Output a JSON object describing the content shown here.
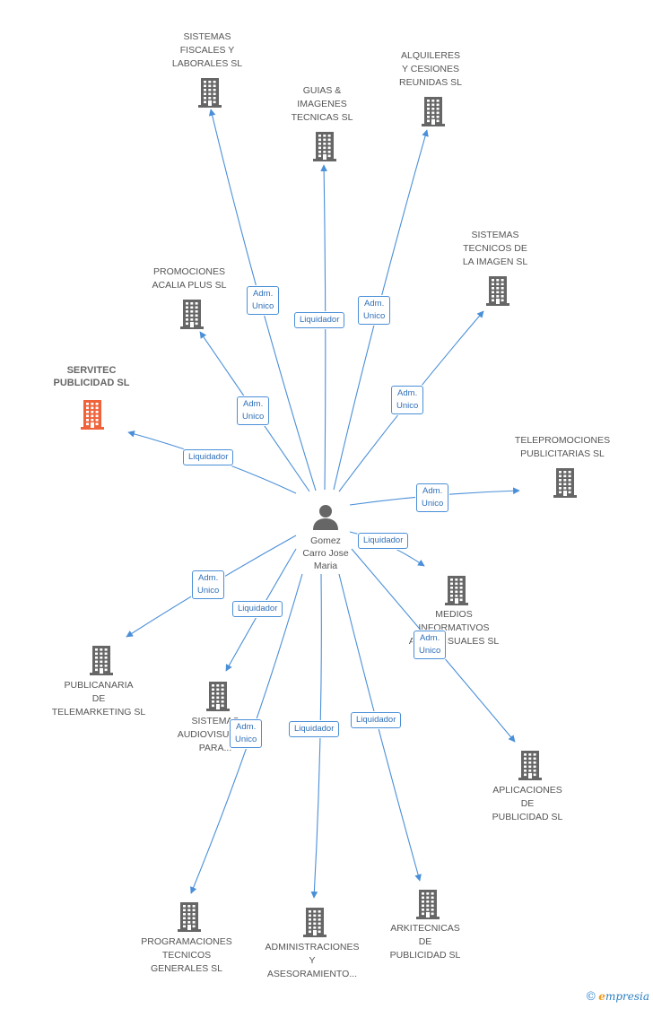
{
  "center": {
    "name_lines": [
      "Gomez",
      "Carro Jose",
      "Maria"
    ]
  },
  "colors": {
    "edge": "#4a8fd8",
    "building": "#666666",
    "building_main": "#f0623a",
    "person": "#666666"
  },
  "nodes": [
    {
      "id": "servitec",
      "lines": [
        "SERVITEC",
        "PUBLICIDAD SL"
      ],
      "main": true,
      "role": "Liquidador"
    },
    {
      "id": "sistemas-fiscales",
      "lines": [
        "SISTEMAS",
        "FISCALES Y",
        "LABORALES SL"
      ],
      "role": "Adm. Unico"
    },
    {
      "id": "guias-imagenes",
      "lines": [
        "GUIAS &",
        "IMAGENES",
        "TECNICAS SL"
      ],
      "role": "Liquidador"
    },
    {
      "id": "alquileres",
      "lines": [
        "ALQUILERES",
        "Y CESIONES",
        "REUNIDAS SL"
      ],
      "role": "Adm. Unico"
    },
    {
      "id": "sistemas-tecnicos",
      "lines": [
        "SISTEMAS",
        "TECNICOS DE",
        "LA IMAGEN SL"
      ],
      "role": "Adm. Unico"
    },
    {
      "id": "promociones-acalia",
      "lines": [
        "PROMOCIONES",
        "ACALIA PLUS SL"
      ],
      "role": "Adm. Unico"
    },
    {
      "id": "telepromociones",
      "lines": [
        "TELEPROMOCIONES",
        "PUBLICITARIAS SL"
      ],
      "role": "Adm. Unico"
    },
    {
      "id": "medios-informativos",
      "lines": [
        "MEDIOS",
        "INFORMATIVOS",
        "AUDIOVISUALES SL"
      ],
      "role": "Liquidador"
    },
    {
      "id": "aplicaciones",
      "lines": [
        "APLICACIONES",
        "DE",
        "PUBLICIDAD SL"
      ],
      "role": "Adm. Unico"
    },
    {
      "id": "publicanaria",
      "lines": [
        "PUBLICANARIA",
        "DE",
        "TELEMARKETING SL"
      ],
      "role": "Adm. Unico"
    },
    {
      "id": "sistemas-audiovisuales",
      "lines": [
        "SISTEMAS",
        "AUDIOVISUALES",
        "PARA..."
      ],
      "role": "Liquidador"
    },
    {
      "id": "programaciones",
      "lines": [
        "PROGRAMACIONES",
        "TECNICOS",
        "GENERALES SL"
      ],
      "role": "Adm. Unico"
    },
    {
      "id": "administraciones",
      "lines": [
        "ADMINISTRACIONES",
        "Y",
        "ASESORAMIENTO..."
      ],
      "role": "Liquidador"
    },
    {
      "id": "arkitecnicas",
      "lines": [
        "ARKITECNICAS",
        "DE",
        "PUBLICIDAD SL"
      ],
      "role": "Liquidador"
    }
  ],
  "edge_label_lines": {
    "Adm. Unico": [
      "Adm.",
      "Unico"
    ],
    "Liquidador": [
      "Liquidador"
    ]
  },
  "brand": {
    "copyright": "©",
    "initial": "e",
    "rest": "mpresia"
  }
}
